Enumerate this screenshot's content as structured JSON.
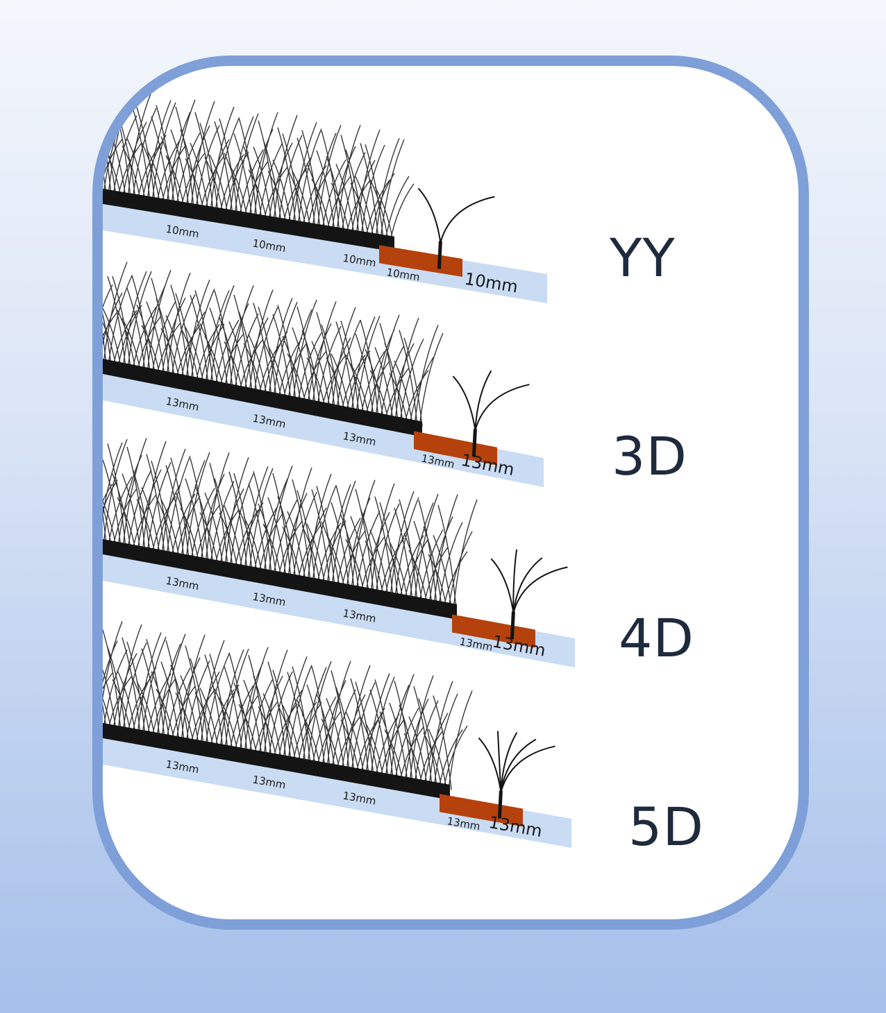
{
  "colors": {
    "frame": "#7e9fd8",
    "strip": "#c9dcf3",
    "tab": "#b5420c",
    "lash": "#141414",
    "label": "#1f2a3d"
  },
  "rows": [
    {
      "type": "YY",
      "length": "10mm",
      "small_label": "10mm",
      "tips": 2
    },
    {
      "type": "3D",
      "length": "13mm",
      "small_label": "13mm",
      "tips": 3
    },
    {
      "type": "4D",
      "length": "13mm",
      "small_label": "13mm",
      "tips": 4
    },
    {
      "type": "5D",
      "length": "13mm",
      "small_label": "13mm",
      "tips": 5
    }
  ]
}
